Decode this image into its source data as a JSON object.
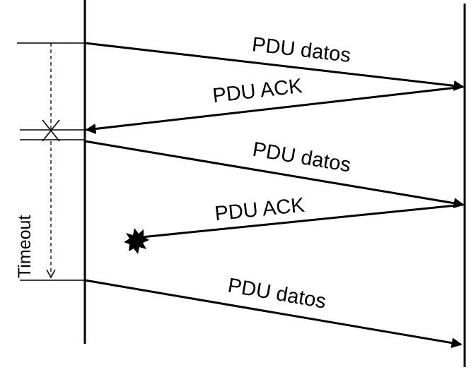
{
  "colors": {
    "line": "#000000",
    "background": "#ffffff"
  },
  "messages": [
    {
      "label": "PDU datos",
      "direction": "left-to-right",
      "outcome": "delivered"
    },
    {
      "label": "PDU ACK",
      "direction": "right-to-left",
      "outcome": "delivered"
    },
    {
      "label": "PDU datos",
      "direction": "left-to-right",
      "outcome": "delivered"
    },
    {
      "label": "PDU ACK",
      "direction": "right-to-left",
      "outcome": "lost"
    },
    {
      "label": "PDU datos",
      "direction": "left-to-right",
      "outcome": "delivered"
    }
  ],
  "timers": [
    {
      "label": "",
      "outcome": "cancelled"
    },
    {
      "label": "Timeout",
      "outcome": "expired"
    }
  ],
  "icons": {
    "loss": "burst-icon",
    "cancel": "cross-icon"
  }
}
